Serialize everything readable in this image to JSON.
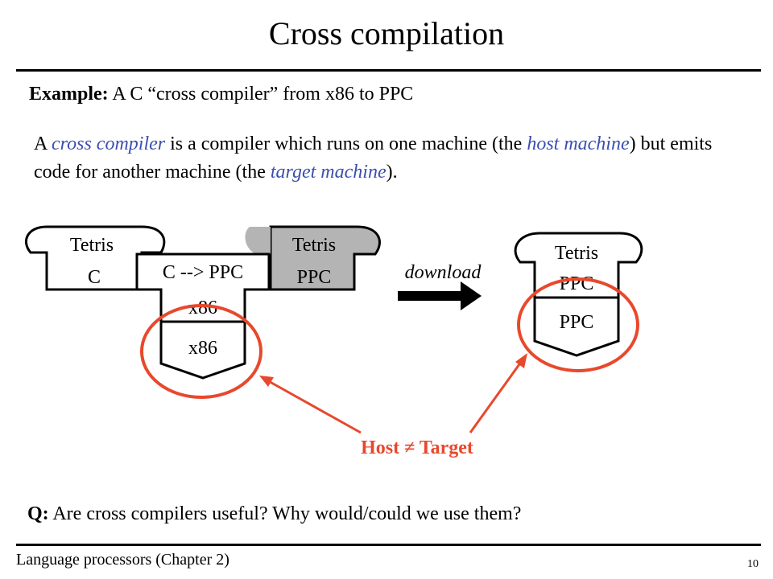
{
  "title": "Cross compilation",
  "example": {
    "label": "Example:",
    "text": " A C “cross compiler” from x86 to PPC"
  },
  "definition": {
    "p1": "A ",
    "t1": "cross compiler",
    "p2": " is a compiler which runs on one machine (the ",
    "t2": "host machine",
    "p3": ") but emits code for another machine (the ",
    "t3": "target machine",
    "p4": ")."
  },
  "diagram": {
    "source_program": [
      "Tetris",
      "C"
    ],
    "translator_label": "C --> PPC",
    "translator_impl": "x86",
    "host_machine": "x86",
    "target_program": [
      "Tetris",
      "PPC"
    ],
    "arrow_label": "download",
    "downloaded_program": [
      "Tetris",
      "PPC"
    ],
    "target_machine": "PPC",
    "callout": "Host ≠ Target",
    "colors": {
      "highlight": "#e8482c",
      "output_fill": "#b4b4b4",
      "term": "#3b4fb0"
    }
  },
  "question": {
    "label": "Q:",
    "text": " Are cross compilers useful? Why would/could we use them?"
  },
  "footer": {
    "left": "Language processors (Chapter 2)",
    "page_number": "10"
  }
}
